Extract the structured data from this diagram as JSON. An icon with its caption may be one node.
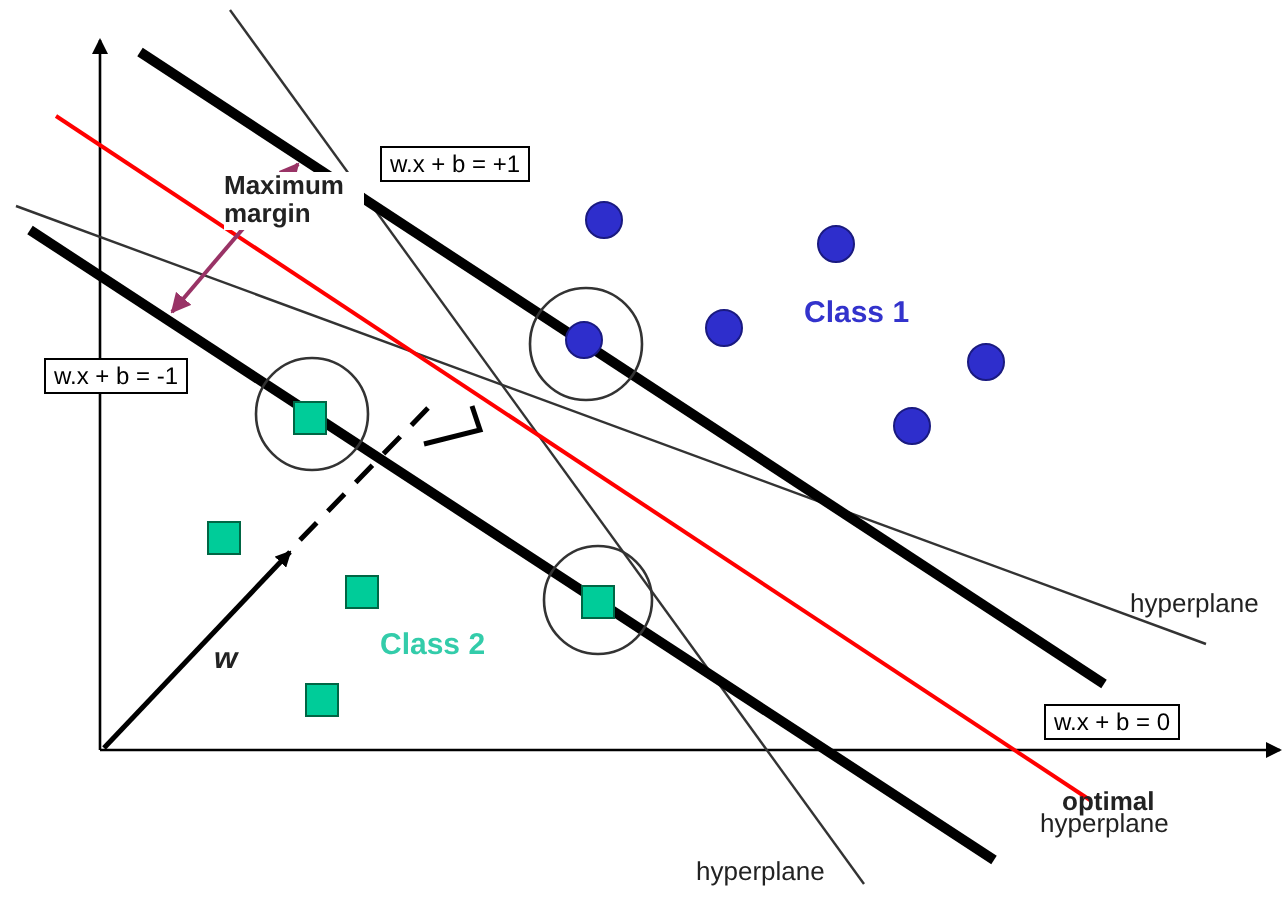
{
  "diagram": {
    "nodes": [
      {
        "text": [
          "w.x + b = +1"
        ]
      },
      {
        "text": [
          "w.x + b = -1"
        ]
      },
      {
        "text": [
          "w.x + b = 0"
        ]
      }
    ],
    "labels": [
      "Maximum margin",
      "Class 1",
      "Class 2",
      "w",
      "hyperplane",
      "optimal",
      "hyperplane",
      "hyperplane"
    ]
  }
}
